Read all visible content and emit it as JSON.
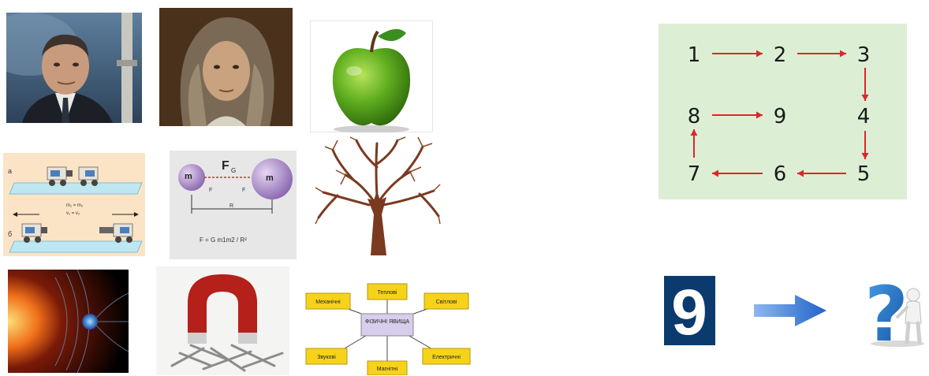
{
  "grid": {
    "force_diagram": {
      "force_label": "F",
      "force_sub": "G",
      "mass_left": "m",
      "mass_right": "m",
      "formula": "F = G m1m2 / R²"
    },
    "phenomena_diagram": {
      "center": "ФІЗИЧНІ ЯВИЩА",
      "boxes": [
        "Механічні",
        "Теплові",
        "Світлові",
        "Звукові",
        "Магнітні",
        "Електричні"
      ]
    }
  },
  "sequence_puzzle": {
    "numbers": [
      "1",
      "2",
      "3",
      "4",
      "5",
      "6",
      "7",
      "8",
      "9"
    ],
    "background": "#dcefd4",
    "arrow_color": "#e0242b"
  },
  "answer_row": {
    "digit": "9",
    "symbol": "?",
    "badge_color": "#0b3a6e",
    "arrow_color": "#1f63c9"
  }
}
